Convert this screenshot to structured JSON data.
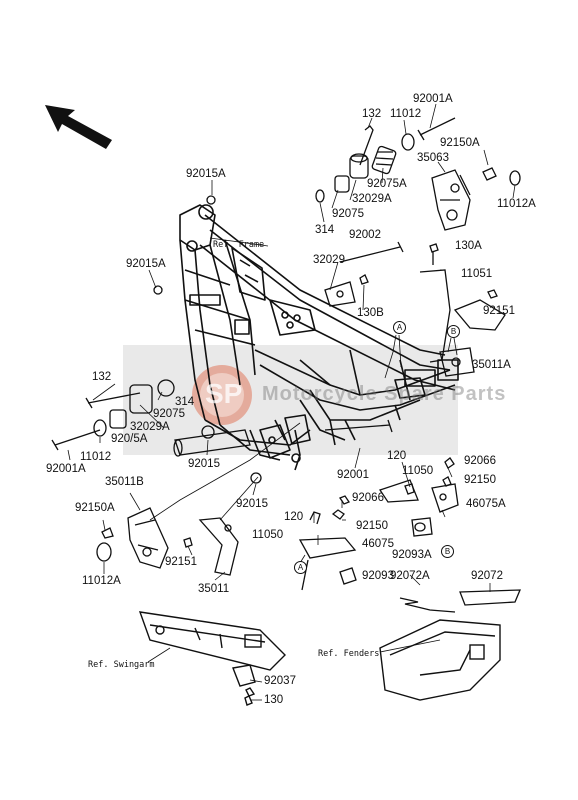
{
  "diagram": {
    "part_labels": [
      "132",
      "11012",
      "92001A",
      "92150A",
      "35063",
      "11012A",
      "92075A",
      "32029A",
      "92075",
      "314",
      "92002",
      "130A",
      "11051",
      "92151",
      "35011A",
      "32029",
      "130B",
      "92015A",
      "92015A",
      "132",
      "314",
      "92075",
      "32029A",
      "920/5A",
      "11012",
      "92001A",
      "92015",
      "120",
      "92066",
      "11050",
      "92150",
      "46075A",
      "92001",
      "92015",
      "35011B",
      "92066",
      "120",
      "92150",
      "11050",
      "46075",
      "92093A",
      "92150A",
      "92151",
      "92093",
      "11012A",
      "35011",
      "92072A",
      "92072",
      "92037",
      "130"
    ],
    "references": {
      "frame": "Ref. Frame",
      "swingarm": "Ref. Swingarm",
      "fenders": "Ref. Fenders"
    },
    "callouts": [
      "A",
      "B",
      "B",
      "A"
    ],
    "watermark": {
      "logo_text": "SP",
      "brand_text": "Motorcycle Spare Parts"
    },
    "colors": {
      "line": "#111111",
      "watermark_band": "#cfcfcf",
      "watermark_logo": "#e07a5f"
    },
    "icons": [
      "direction-arrow-icon"
    ]
  }
}
